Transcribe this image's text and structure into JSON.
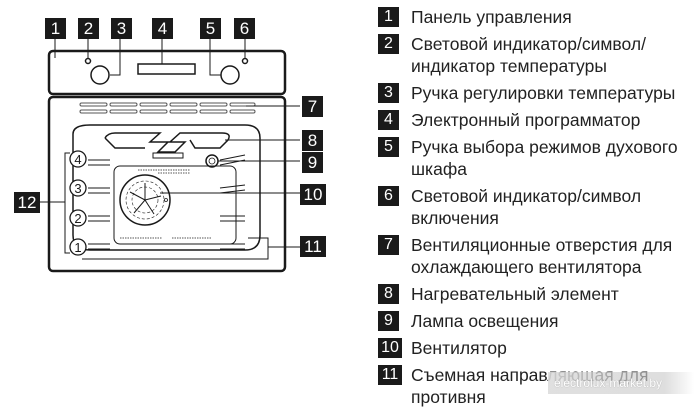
{
  "diagram": {
    "title": "Oven components",
    "callouts": [
      "1",
      "2",
      "3",
      "4",
      "5",
      "6",
      "7",
      "8",
      "9",
      "10",
      "11",
      "12"
    ],
    "shelf_levels": [
      "4",
      "3",
      "2",
      "1"
    ]
  },
  "legend": {
    "items": [
      {
        "num": "1",
        "text": "Панель управления"
      },
      {
        "num": "2",
        "text": "Световой индикатор/символ/ индикатор температуры"
      },
      {
        "num": "3",
        "text": "Ручка регулировки температуры"
      },
      {
        "num": "4",
        "text": "Электронный программатор"
      },
      {
        "num": "5",
        "text": "Ручка выбора режимов духового шкафа"
      },
      {
        "num": "6",
        "text": "Световой индикатор/символ включения"
      },
      {
        "num": "7",
        "text": "Вентиляционные отверстия для охлаждающего вентилятора"
      },
      {
        "num": "8",
        "text": "Нагревательный элемент"
      },
      {
        "num": "9",
        "text": "Лампа освещения"
      },
      {
        "num": "10",
        "text": "Вентилятор"
      },
      {
        "num": "11",
        "text": "Съемная направляющая для противня"
      }
    ]
  },
  "watermark": "electrolux-market.by"
}
